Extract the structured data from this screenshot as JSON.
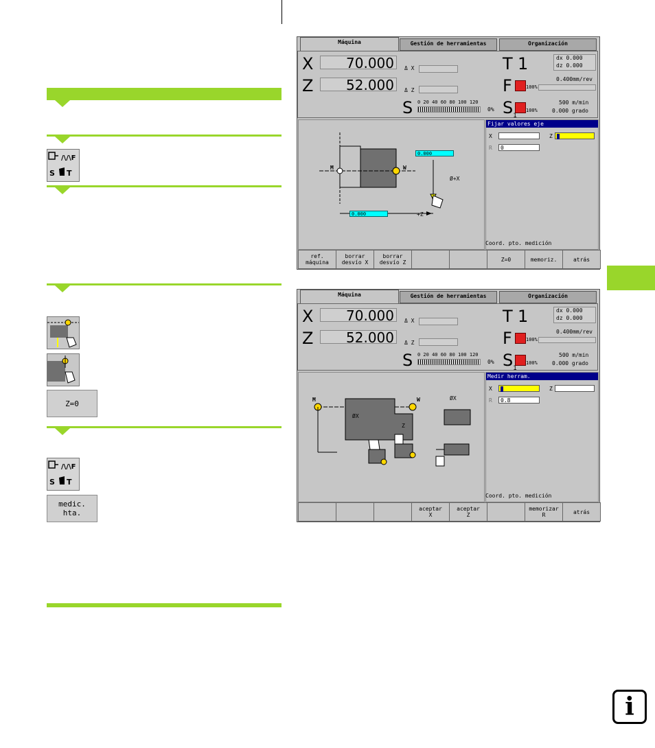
{
  "icons": {
    "tool_icon_top": "S T F tool-data",
    "tool_icon_bottom": "S T F tool-data"
  },
  "buttons": {
    "z_zero": "Z=0",
    "medic_hta": "medic.\nhta."
  },
  "screen1": {
    "tabs": [
      "Máquina",
      "Gestión de herramientas",
      "Organización"
    ],
    "x_label": "X",
    "x_value": "70.000",
    "z_label": "Z",
    "z_value": "52.000",
    "dx_label": "Δ X",
    "dz_label": "Δ Z",
    "t_label": "T",
    "t_value": "1",
    "dx": "dx   0.000",
    "dz": "dz   0.000",
    "f_label": "F",
    "feed": "0.400mm/rev",
    "feed_pct": "100%",
    "s_label": "S",
    "s_scale": "0  20  40  60  80 100 120",
    "s_pct": "0%",
    "s1_label": "S",
    "s1_sub": "1",
    "speed": "500 m/min",
    "speed_pct": "100%",
    "angle": "0.000 grado",
    "dialog_title": "Fijar valores eje",
    "f_x": "X",
    "f_z": "Z",
    "f_r": "R",
    "r_value": "0",
    "graph_m": "M",
    "graph_w": "W",
    "graph_val1": "0.000",
    "graph_val2": "0.000",
    "graph_x": "Ø+X",
    "graph_z": "+Z",
    "status": "Coord. pto. medición",
    "softkeys": [
      "ref.\nmáquina",
      "borrar\ndesvío X",
      "borrar\ndesvío Z",
      "",
      "",
      "Z=0",
      "memoriz.",
      "atrás"
    ]
  },
  "screen2": {
    "tabs": [
      "Máquina",
      "Gestión de herramientas",
      "Organización"
    ],
    "x_label": "X",
    "x_value": "70.000",
    "z_label": "Z",
    "z_value": "52.000",
    "dx_label": "Δ X",
    "dz_label": "Δ Z",
    "t_label": "T",
    "t_value": "1",
    "dx": "dx   0.000",
    "dz": "dz   0.000",
    "f_label": "F",
    "feed": "0.400mm/rev",
    "feed_pct": "100%",
    "s_label": "S",
    "s_scale": "0  20  40  60  80 100 120",
    "s_pct": "0%",
    "s1_label": "S",
    "s1_sub": "1",
    "speed": "500 m/min",
    "speed_pct": "100%",
    "angle": "0.000 grado",
    "dialog_title": "Medir herram.",
    "f_x": "X",
    "f_z": "Z",
    "f_r": "R",
    "r_value": "0.8",
    "graph_m": "M",
    "graph_w": "W",
    "graph_x": "ØX",
    "graph_z": "Z",
    "graph_x2": "ØX",
    "status": "Coord. pto. medición",
    "softkeys": [
      "",
      "",
      "",
      "aceptar\nX",
      "aceptar\nZ",
      "",
      "memorizar\nR",
      "atrás"
    ]
  },
  "colors": {
    "green": "#99d62b",
    "screen_bg": "#c6c6c6",
    "dialog_title": "#00008a",
    "field_cyan": "#00ffff",
    "field_yellow": "#ffff00",
    "red": "#e02020"
  }
}
